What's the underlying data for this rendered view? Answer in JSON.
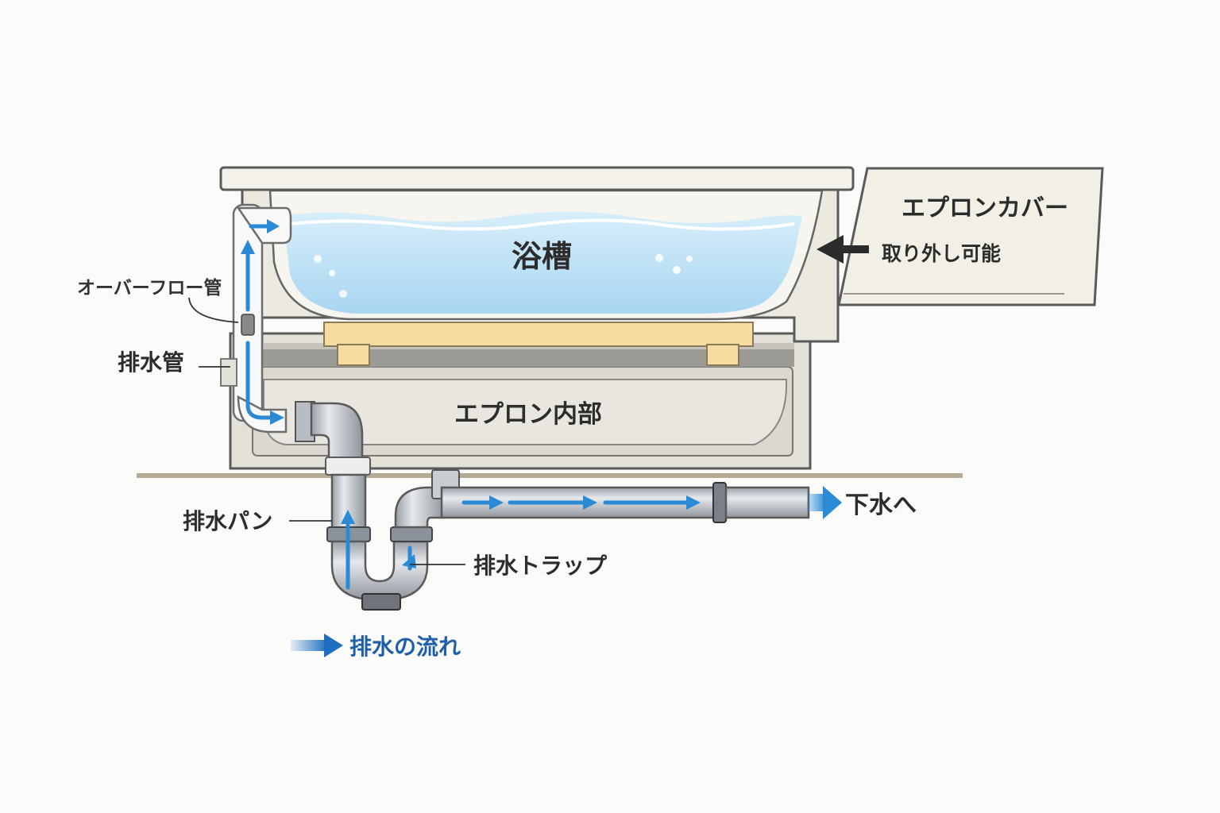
{
  "colors": {
    "water": "#bfe1f5",
    "flow_arrow": "#2a8ad6",
    "legend_arrow": "#1e6fbf",
    "tub_frame": "#ece9e1",
    "cover": "#f2efe6",
    "pipe": "#c8ccd1",
    "support": "#f6dca0",
    "floor": "#b5aa93"
  },
  "icons": [
    "flow-arrow-icon",
    "pointer-arrow-icon",
    "outlet-arrow-icon"
  ],
  "labels": {
    "bathtub": "浴槽",
    "apron_cover": "エプロンカバー",
    "removable": "取り外し可能",
    "overflow_pipe": "オーバーフロー管",
    "drain_pipe": "排水管",
    "apron_interior": "エプロン内部",
    "drain_pan": "排水パン",
    "drain_trap": "排水トラップ",
    "to_sewer": "下水へ",
    "legend_flow": "排水の流れ"
  }
}
